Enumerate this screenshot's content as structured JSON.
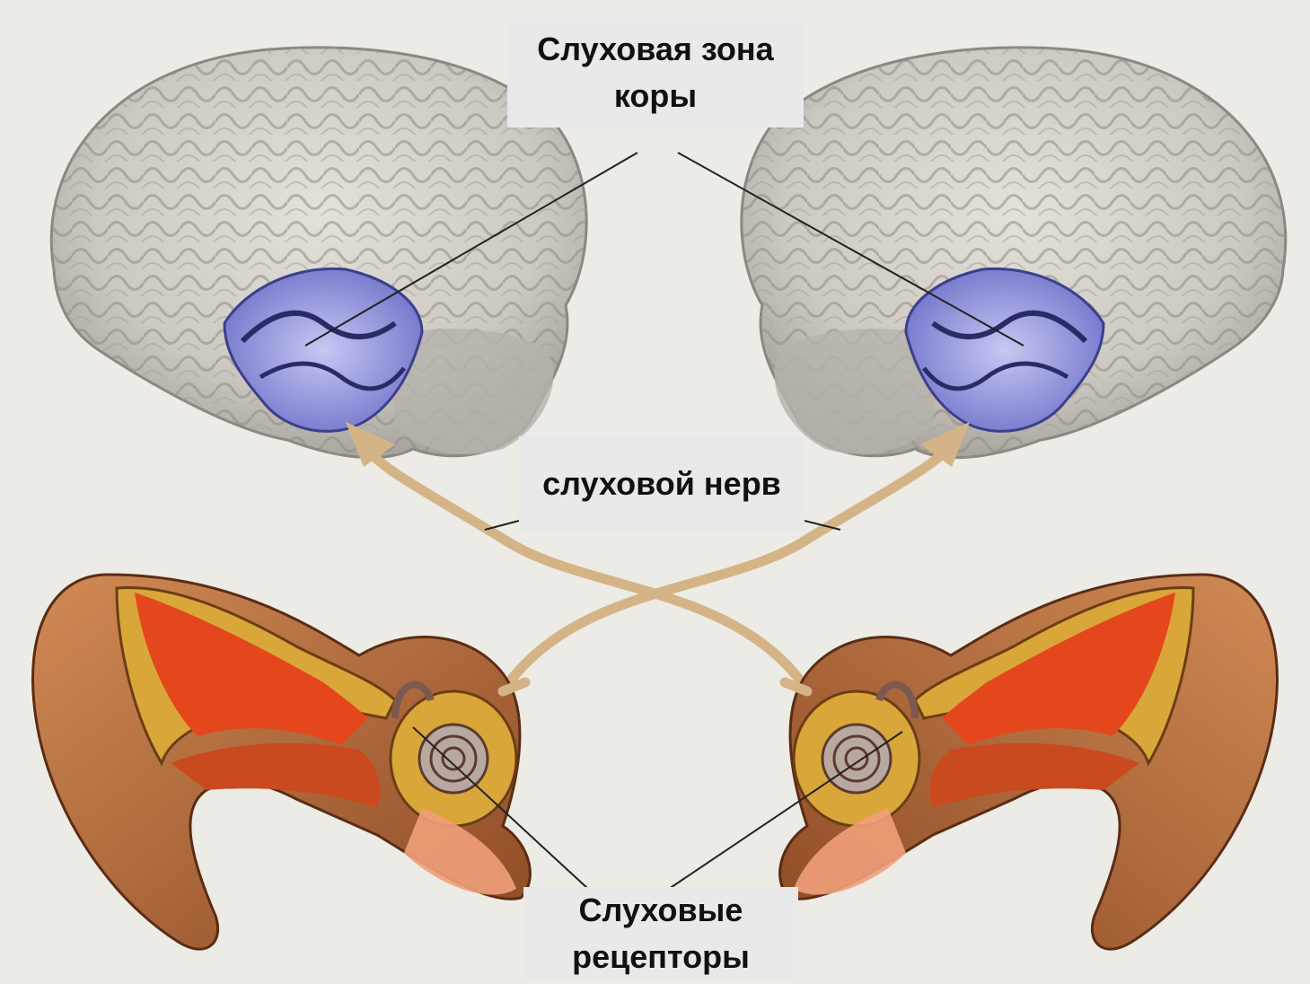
{
  "labels": {
    "auditory_cortex": "Слуховая зона\nкоры",
    "auditory_nerve": "слуховой нерв",
    "auditory_receptors": "Слуховые\nрецепторы"
  },
  "colors": {
    "background": "#ecebe6",
    "label_box": "#e9e9e9",
    "brain_gray": "#c9c6c0",
    "auditory_zone": "#8d8ed8",
    "nerve": "#d9b98a",
    "ear_skin": "#b86a3a",
    "ear_canal_red": "#e5471c",
    "bone_yellow": "#d9a63a"
  },
  "icons": [
    "brain-left",
    "brain-right",
    "ear-left",
    "ear-right",
    "arrow-up-icon"
  ]
}
